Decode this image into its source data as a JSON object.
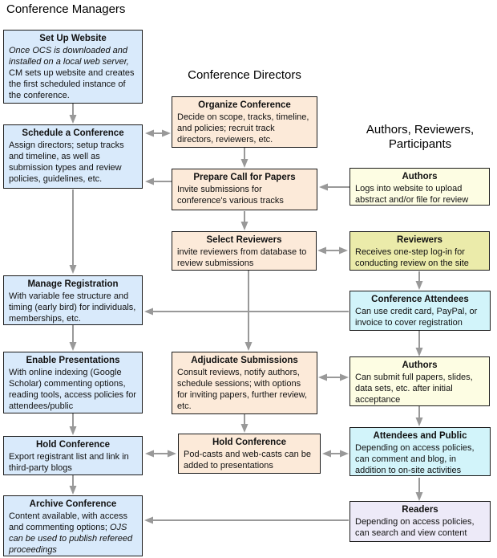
{
  "headings": {
    "managers": "Conference Managers",
    "directors": "Conference Directors",
    "participants": "Authors, Reviewers, Participants"
  },
  "colors": {
    "manager_box": "#d9eafb",
    "director_box": "#fcead9",
    "author_box": "#fdfde3",
    "reviewer_box": "#ebebaa",
    "attendee_box": "#d2f4fa",
    "reader_box": "#edeaf8",
    "box_border": "#1a1a1a",
    "arrow": "#999999"
  },
  "boxes": {
    "setup_website": {
      "title": "Set Up Website",
      "body_italic": "Once OCS is downloaded and installed on a local web server,",
      "body": " CM sets up website and creates the first scheduled instance of the conference."
    },
    "schedule_conference": {
      "title": "Schedule a Conference",
      "body": "Assign directors; setup tracks and timeline, as well as submission types and review policies, guidelines, etc."
    },
    "manage_registration": {
      "title": "Manage Registration",
      "body": "With variable fee structure and timing (early bird) for individuals, memberships, etc."
    },
    "enable_presentations": {
      "title": "Enable Presentations",
      "body": "With online indexing (Google Scholar) commenting options, reading tools, access policies for attendees/public"
    },
    "hold_conference_left": {
      "title": "Hold Conference",
      "body": "Export registrant list and link in third-party blogs"
    },
    "archive_conference": {
      "title": "Archive Conference",
      "body": "Content available, with access and commenting options; ",
      "body_italic": "OJS can be used to publish refereed proceedings"
    },
    "organize_conference": {
      "title": "Organize Conference",
      "body": "Decide on scope, tracks, timeline, and policies; recruit track directors, reviewers, etc."
    },
    "prepare_call_for_papers": {
      "title": "Prepare Call for Papers",
      "body": "Invite submissions for conference's various tracks"
    },
    "select_reviewers": {
      "title": "Select Reviewers",
      "body": "invite reviewers from database to review submissions"
    },
    "adjudicate_submissions": {
      "title": "Adjudicate Submissions",
      "body": "Consult reviews, notify authors, schedule sessions; with options for inviting papers, further review, etc."
    },
    "hold_conference_mid": {
      "title": "Hold Conference",
      "body": "Pod-casts and web-casts can be added to presentations"
    },
    "authors_upload": {
      "title": "Authors",
      "body": "Logs into website to upload abstract and/or file for review"
    },
    "reviewers": {
      "title": "Reviewers",
      "body": "Receives one-step log-in for conducting review on the site"
    },
    "conference_attendees": {
      "title": "Conference Attendees",
      "body": "Can use credit card, PayPal, or invoice to cover registration"
    },
    "authors_submit": {
      "title": "Authors",
      "body": "Can submit full papers, slides, data sets, etc. after initial acceptance"
    },
    "attendees_and_public": {
      "title": "Attendees and Public",
      "body": "Depending on access policies, can comment and blog, in addition to on-site activities"
    },
    "readers": {
      "title": "Readers",
      "body": "Depending on access policies, can search and view content"
    }
  }
}
